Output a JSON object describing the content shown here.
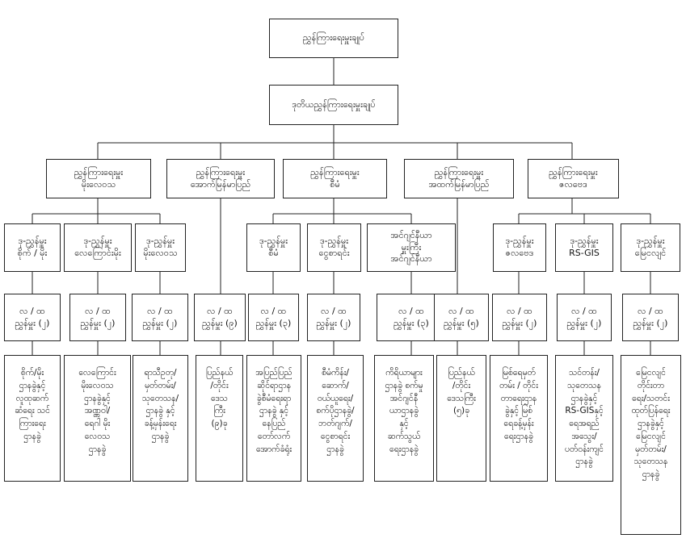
{
  "head": [
    "ညွှန်ကြားရေးမှူးချုပ်"
  ],
  "deputy": [
    "ဒုတိယညွှန်ကြားရေးမှူးချုပ်"
  ],
  "directors": [
    [
      "ညွှန်ကြားရေးမှူး",
      "မိုးလေဝသ"
    ],
    [
      "ညွှန်ကြားရေးမှူး",
      "အောက်မြန်မာပြည်"
    ],
    [
      "ညွှန်ကြားရေးမှူး",
      "စီမံ"
    ],
    [
      "ညွှန်ကြားရေးမှူး",
      "အထက်မြန်မာပြည်"
    ],
    [
      "ညွှန်ကြားရေးမှူး",
      "ဇလဗေဒ"
    ]
  ],
  "deputy_directors": [
    [
      "ဒု-ညွှန်မှူး",
      "စိုက် / မိုး"
    ],
    [
      "ဒု-ညွှန်မှူး",
      "လေကြောင်းမိုး"
    ],
    [
      "ဒု-ညွှန်မှူး",
      "မိုးလေဝသ"
    ],
    [
      "ဒု-ညွှန်မှူး",
      "စီမံ"
    ],
    [
      "ဒု-ညွှန်မှူး",
      "ငွေစာရင်း"
    ],
    [
      "အင်ဂျင်နီယာ",
      "မှူးကြီး",
      "အင်ဂျင်နီယာ"
    ],
    [
      "ဒု-ညွှန်မှူး",
      "ဇလဗေဒ"
    ],
    [
      "ဒု-ညွှန်မှူး",
      "RS-GIS"
    ],
    [
      "ဒု-ညွှန်မှူး",
      "မြေငလျင်"
    ]
  ],
  "assistant_directors": [
    [
      "လ / ထ",
      "ညွှန်မှူး (၂)"
    ],
    [
      "လ / ထ",
      "ညွှန်မှူး (၂)"
    ],
    [
      "လ / ထ",
      "ညွှန်မှူး (၂)"
    ],
    [
      "လ / ထ",
      "ညွှန်မှူး (၉)"
    ],
    [
      "လ / ထ",
      "ညွှန်မှူး (၃)"
    ],
    [
      "လ / ထ",
      "ညွှန်မှူး (၂)"
    ],
    [
      "လ / ထ",
      "ညွှန်မှူး (၃)"
    ],
    [
      "လ / ထ",
      "ညွှန်မှူး (၅)"
    ],
    [
      "လ / ထ",
      "ညွှန်မှူး (၂)"
    ],
    [
      "လ / ထ",
      "ညွှန်မှူး (၂)"
    ],
    [
      "လ / ထ",
      "ညွှန်မှူး (၂)"
    ]
  ],
  "sections": [
    [
      "စိုက်/မိုး",
      "ဌာနခွဲနှင့်",
      "လူထုဆက်",
      "ဆံရေး သင်",
      "ကြားရေး",
      "ဌာနခွဲ"
    ],
    [
      "လေကြောင်း",
      "မိုးလေဝသ",
      "ဌာနခွဲနှင့်",
      "အဏ္ဏဝါ/",
      "ရေဂါ မိုး",
      "လေဝသ",
      "ဌာနခွဲ"
    ],
    [
      "ရာသီဥတု/",
      "မှတ်တမ်း/",
      "သုတေသန/",
      "ဌာနခွဲ နှင့်",
      "ခန့်မှန်းရေး",
      "ဌာနခွဲ"
    ],
    [
      "ပြည်နယ်",
      "/တိုင်း",
      "ဒေသ",
      "ကြီး",
      "(၉)ခု"
    ],
    [
      "အပြည်ပြည်",
      "ဆိုင်ရာဌာန",
      "ခွဲစီမံရေးရာ",
      "ဌာနခွဲ နှင့်",
      "နေပြည်",
      "တော်လက်",
      "အောက်ခံရုံး"
    ],
    [
      "စီမံကိန်း/",
      "ဆောက်/",
      "ဝယ်ယူရေး/",
      "စက်ပိုဌာနခွဲ/",
      "ဘတ်ဂျက်/",
      "ငွေစာရင်း",
      "ဌာနခွဲ"
    ],
    [
      "ကိရိယာများ",
      "ဌာနခွဲ စက်မှု",
      "အင်ဂျင်နီ",
      "ယာဌာနခွဲ",
      "နှင့်",
      "ဆက်သွယ်",
      "ရေးဌာနခွဲ"
    ],
    [
      "ပြည်နယ်",
      "/တိုင်း",
      "ဒေသကြီး",
      "(၅)ခု"
    ],
    [
      "မြစ်ရေမှတ်",
      "တမ်း / တိုင်း",
      "တာရေးဌာန",
      "ခွဲနှင့် မြစ်",
      "ရေခန့်မှန်း",
      "ရေးဌာနခွဲ"
    ],
    [
      "သင်တန်း/",
      "သုတေသန",
      "ဌာနခွဲနှင့်",
      "RS-GISနှင့်",
      "ရေအရည်",
      "အသွေး/",
      "ပတ်ဝန်းကျင်",
      "ဌာနခွဲ"
    ],
    [
      "မြေငလျင်",
      "တိုင်းတာ",
      "ရေး/သတင်း",
      "ထုတ်ပြန်ရေး",
      "ဌာနခွဲနှင့်",
      "မြေငလျင်",
      "မှတ်တမ်း/",
      "သုတေသန",
      "ဌာနခွဲ"
    ]
  ]
}
